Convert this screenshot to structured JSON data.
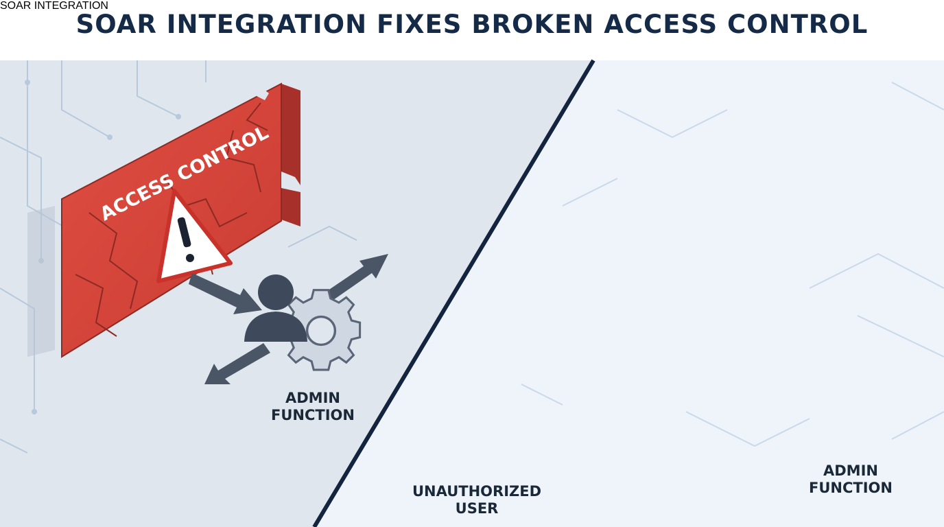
{
  "title": "SOAR INTEGRATION FIXES BROKEN ACCESS CONTROL",
  "left_panel": {
    "wall_label": "ACCESS CONTROL",
    "admin_label_line1": "ADMIN",
    "admin_label_line2": "FUNCTION"
  },
  "right_panel": {
    "shield_label_line1": "SOAR",
    "shield_label_line2": "INTEGRATION",
    "user_label_line1": "UNAUTHORIZED",
    "user_label_line2": "USER",
    "admin_label_line1": "ADMIN",
    "admin_label_line2": "FUNCTION"
  },
  "colors": {
    "title": "#142a47",
    "wall_red": "#d9463c",
    "block_green": "#3fbf5e",
    "shield_blue": "#2f6fc4",
    "alert_red": "#e8473d",
    "circuit_blue": "#5aa9e6"
  }
}
